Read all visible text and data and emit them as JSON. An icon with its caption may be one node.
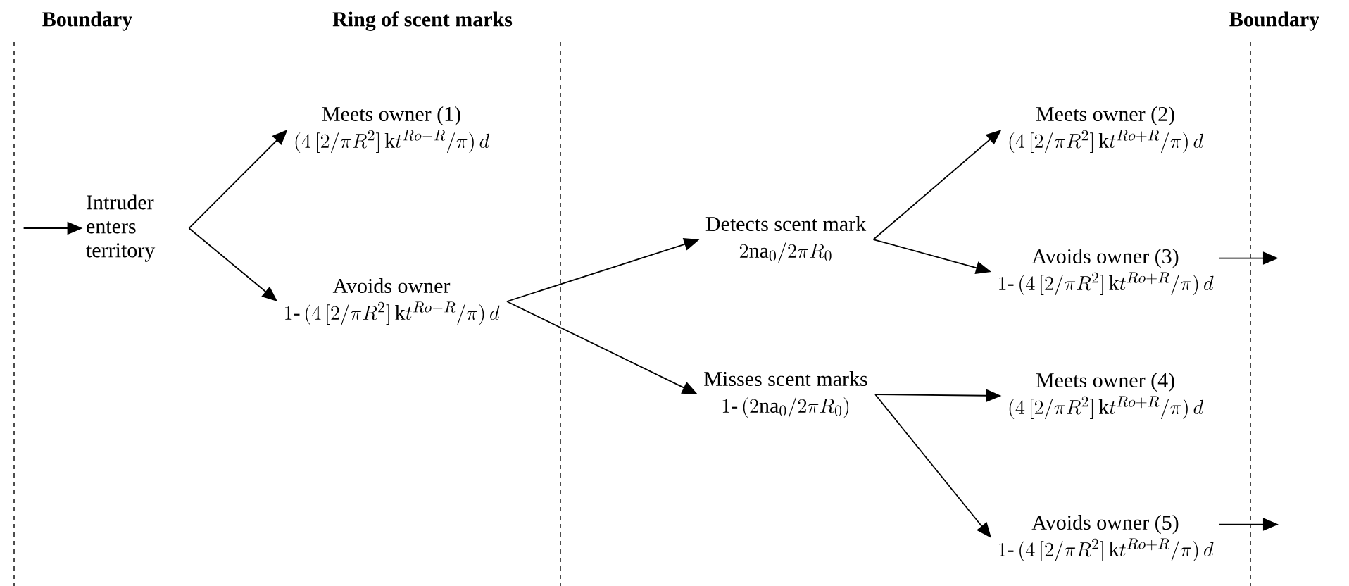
{
  "diagram": {
    "nodes": [
      {
        "text": [
          "Intruder enters territory"
        ]
      },
      {
        "text": [
          "Meets owner (1)",
          "(4\\,[2/\\pi R^{2}]\\,\\mathrm{k}t^{Ro-R}/\\pi)\\,d"
        ]
      },
      {
        "text": [
          "Avoids owner",
          "1\\text{-}\\,(4\\,[2/\\pi R^{2}]\\,\\mathrm{k}t^{Ro-R}/\\pi)\\,d"
        ]
      },
      {
        "text": [
          "Detects scent mark",
          "2\\mathrm{na}_{0}/2\\pi R_{0}"
        ]
      },
      {
        "text": [
          "Misses scent marks",
          "1\\text{-}\\,(2\\mathrm{na}_{0}/2\\pi R_{0})"
        ]
      },
      {
        "text": [
          "Meets owner (2)",
          "(4\\,[2/\\pi R^{2}]\\,\\mathrm{k}t^{Ro+R}/\\pi)\\,d"
        ]
      },
      {
        "text": [
          "Avoids owner (3)",
          "1\\text{-}\\,(4\\,[2/\\pi R^{2}]\\,\\mathrm{k}t^{Ro+R}/\\pi)\\,d"
        ]
      },
      {
        "text": [
          "Meets owner (4)",
          "(4\\,[2/\\pi R^{2}]\\,\\mathrm{k}t^{Ro+R}/\\pi)\\,d"
        ]
      },
      {
        "text": [
          "Avoids owner (5)",
          "1\\text{-}\\,(4\\,[2/\\pi R^{2}]\\,\\mathrm{k}t^{Ro+R}/\\pi)\\,d"
        ]
      }
    ],
    "edges": [
      {
        "from": null,
        "to": 0,
        "arrow": "to"
      },
      {
        "from": 0,
        "to": 1,
        "arrow": "to"
      },
      {
        "from": 0,
        "to": 2,
        "arrow": "to"
      },
      {
        "from": 2,
        "to": 3,
        "arrow": "to"
      },
      {
        "from": 2,
        "to": 4,
        "arrow": "to"
      },
      {
        "from": 3,
        "to": 5,
        "arrow": "to"
      },
      {
        "from": 3,
        "to": 6,
        "arrow": "to"
      },
      {
        "from": 4,
        "to": 7,
        "arrow": "to"
      },
      {
        "from": 4,
        "to": 8,
        "arrow": "to"
      },
      {
        "from": 6,
        "to": null,
        "arrow": "to"
      },
      {
        "from": 8,
        "to": null,
        "arrow": "to"
      }
    ],
    "labels": [
      "Boundary",
      "Ring of scent marks",
      "Boundary"
    ]
  }
}
